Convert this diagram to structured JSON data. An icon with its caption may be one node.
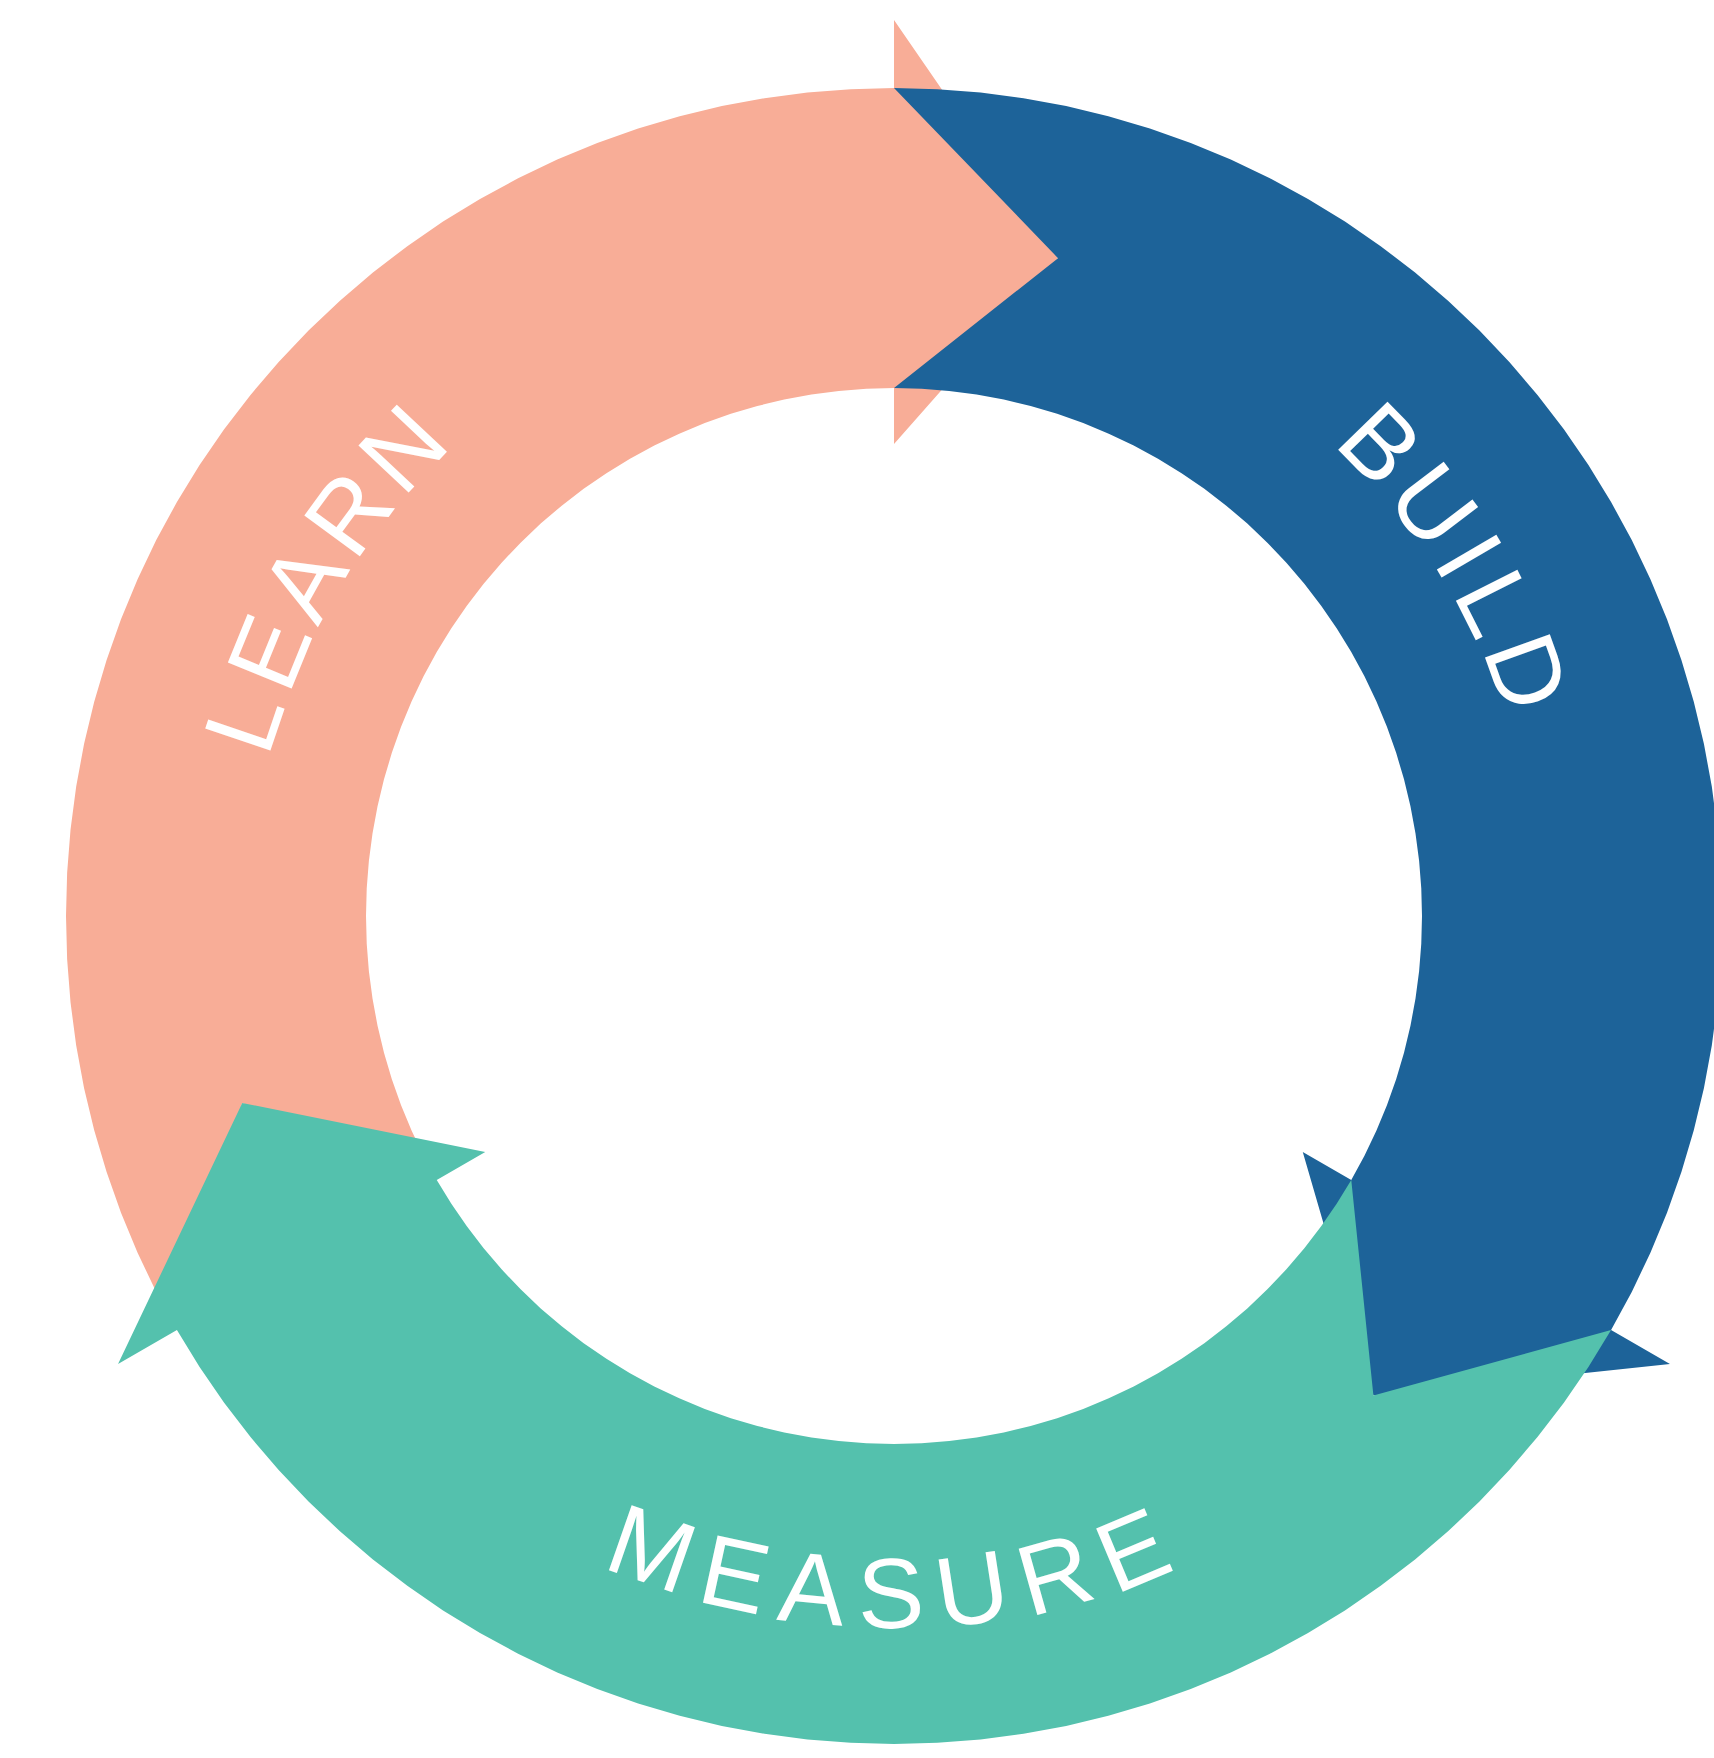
{
  "diagram": {
    "nodes": [
      {
        "text": [
          "LEARN"
        ]
      },
      {
        "text": [
          "BUILD"
        ]
      },
      {
        "text": [
          "MEASURE"
        ]
      }
    ]
  }
}
